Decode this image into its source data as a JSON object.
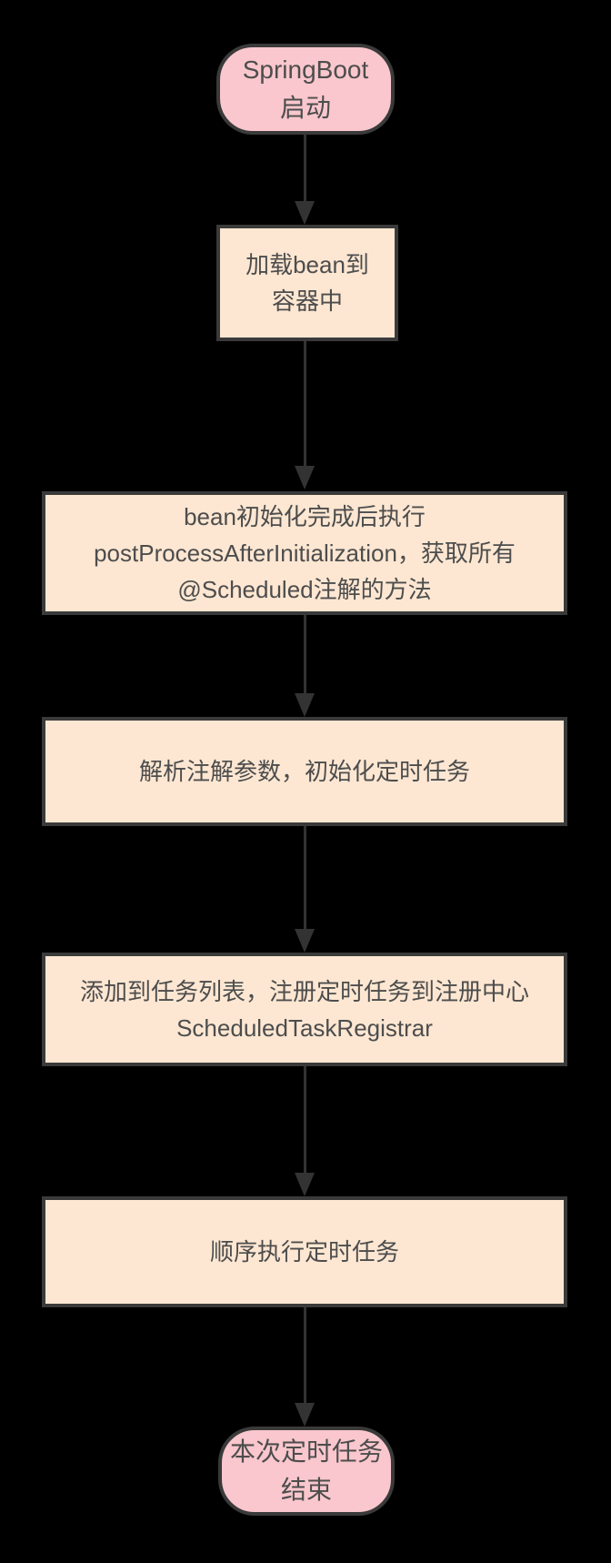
{
  "diagram": {
    "type": "flowchart",
    "direction": "top-down",
    "colors": {
      "background": "#000000",
      "terminal_fill": "#f9c7cd",
      "process_fill": "#fde7d2",
      "node_border": "#3a3a3a",
      "node_text": "#4d4d4d",
      "arrow": "#333333"
    },
    "nodes": [
      {
        "id": "start",
        "shape": "stadium",
        "lines": [
          "SpringBoot",
          "启动"
        ]
      },
      {
        "id": "load-bean",
        "shape": "process",
        "lines": [
          "加载bean到",
          "容器中"
        ]
      },
      {
        "id": "post-process",
        "shape": "process",
        "lines": [
          "bean初始化完成后执行",
          "postProcessAfterInitialization，获取所有",
          "@Scheduled注解的方法"
        ]
      },
      {
        "id": "parse-annotation",
        "shape": "process",
        "lines": [
          "解析注解参数，初始化定时任务"
        ]
      },
      {
        "id": "register-task",
        "shape": "process",
        "lines": [
          "添加到任务列表，注册定时任务到注册中心",
          "ScheduledTaskRegistrar"
        ]
      },
      {
        "id": "execute-task",
        "shape": "process",
        "lines": [
          "顺序执行定时任务"
        ]
      },
      {
        "id": "end",
        "shape": "stadium",
        "lines": [
          "本次定时任务",
          "结束"
        ]
      }
    ],
    "edges": [
      {
        "from": "start",
        "to": "load-bean"
      },
      {
        "from": "load-bean",
        "to": "post-process"
      },
      {
        "from": "post-process",
        "to": "parse-annotation"
      },
      {
        "from": "parse-annotation",
        "to": "register-task"
      },
      {
        "from": "register-task",
        "to": "execute-task"
      },
      {
        "from": "execute-task",
        "to": "end"
      }
    ]
  }
}
